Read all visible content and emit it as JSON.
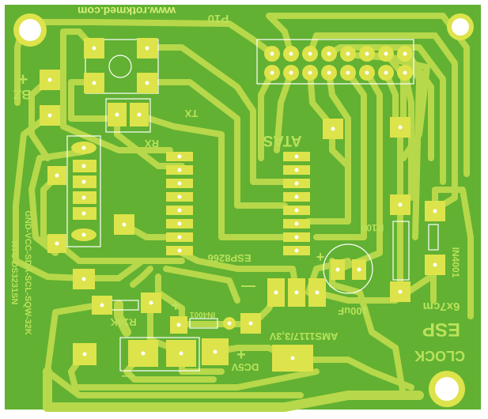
{
  "labels": {
    "website": "www.rotkmed.com",
    "p10": "P10",
    "bz": "BZ",
    "bz_plus": "+",
    "tx": "TX",
    "rx": "RX",
    "atas": "ATAS",
    "esp8266": "ESP8266",
    "minus_esp": "—",
    "plus_cap": "+",
    "cap_value": "100uF",
    "r100": "R100",
    "in4001_right": "IN4001",
    "r10k": "R10K",
    "in4001_mid": "IN4001",
    "plus_mid": "+",
    "ams": "AMS1117/3,3V",
    "dc5v": "DC5V",
    "plus_dc": "+",
    "minus_dc": "—",
    "rtc_1": "RTC DS3231SN",
    "rtc_2": "GND-VCC-SDA-SCL-SQW-32K",
    "size": "6x7cm",
    "esp": "ESP",
    "clock": "CLOCK"
  },
  "colors": {
    "background": "#ffffff",
    "board": "#62b132",
    "trace": "#b7d84a",
    "pad": "#dde34a",
    "silk": "#b9e25a",
    "outline": "#ffffff"
  }
}
